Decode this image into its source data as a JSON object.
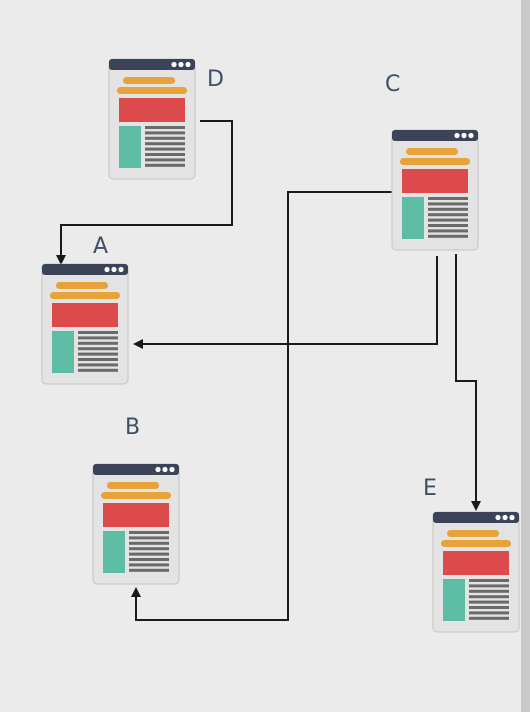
{
  "colors": {
    "background": "#ebebeb",
    "card_fill": "#e3e3e3",
    "card_border": "#c4c4c4",
    "titlebar": "#3b4359",
    "titlebar_dots": "#ffffff",
    "header_bars": "#e8a23a",
    "banner": "#dc4a4c",
    "image_block": "#5dbca4",
    "text_lines": "#6a6a6a",
    "connector": "#1a1a1a",
    "label": "#3e5066"
  },
  "nodes": [
    {
      "id": "D",
      "label": "D",
      "icon": "webpage-icon"
    },
    {
      "id": "C",
      "label": "C",
      "icon": "webpage-icon"
    },
    {
      "id": "A",
      "label": "A",
      "icon": "webpage-icon"
    },
    {
      "id": "B",
      "label": "B",
      "icon": "webpage-icon"
    },
    {
      "id": "E",
      "label": "E",
      "icon": "webpage-icon"
    }
  ],
  "edges": [
    {
      "from": "D",
      "to": "A"
    },
    {
      "from": "C",
      "to": "A"
    },
    {
      "from": "C",
      "to": "B"
    },
    {
      "from": "C",
      "to": "E"
    }
  ]
}
